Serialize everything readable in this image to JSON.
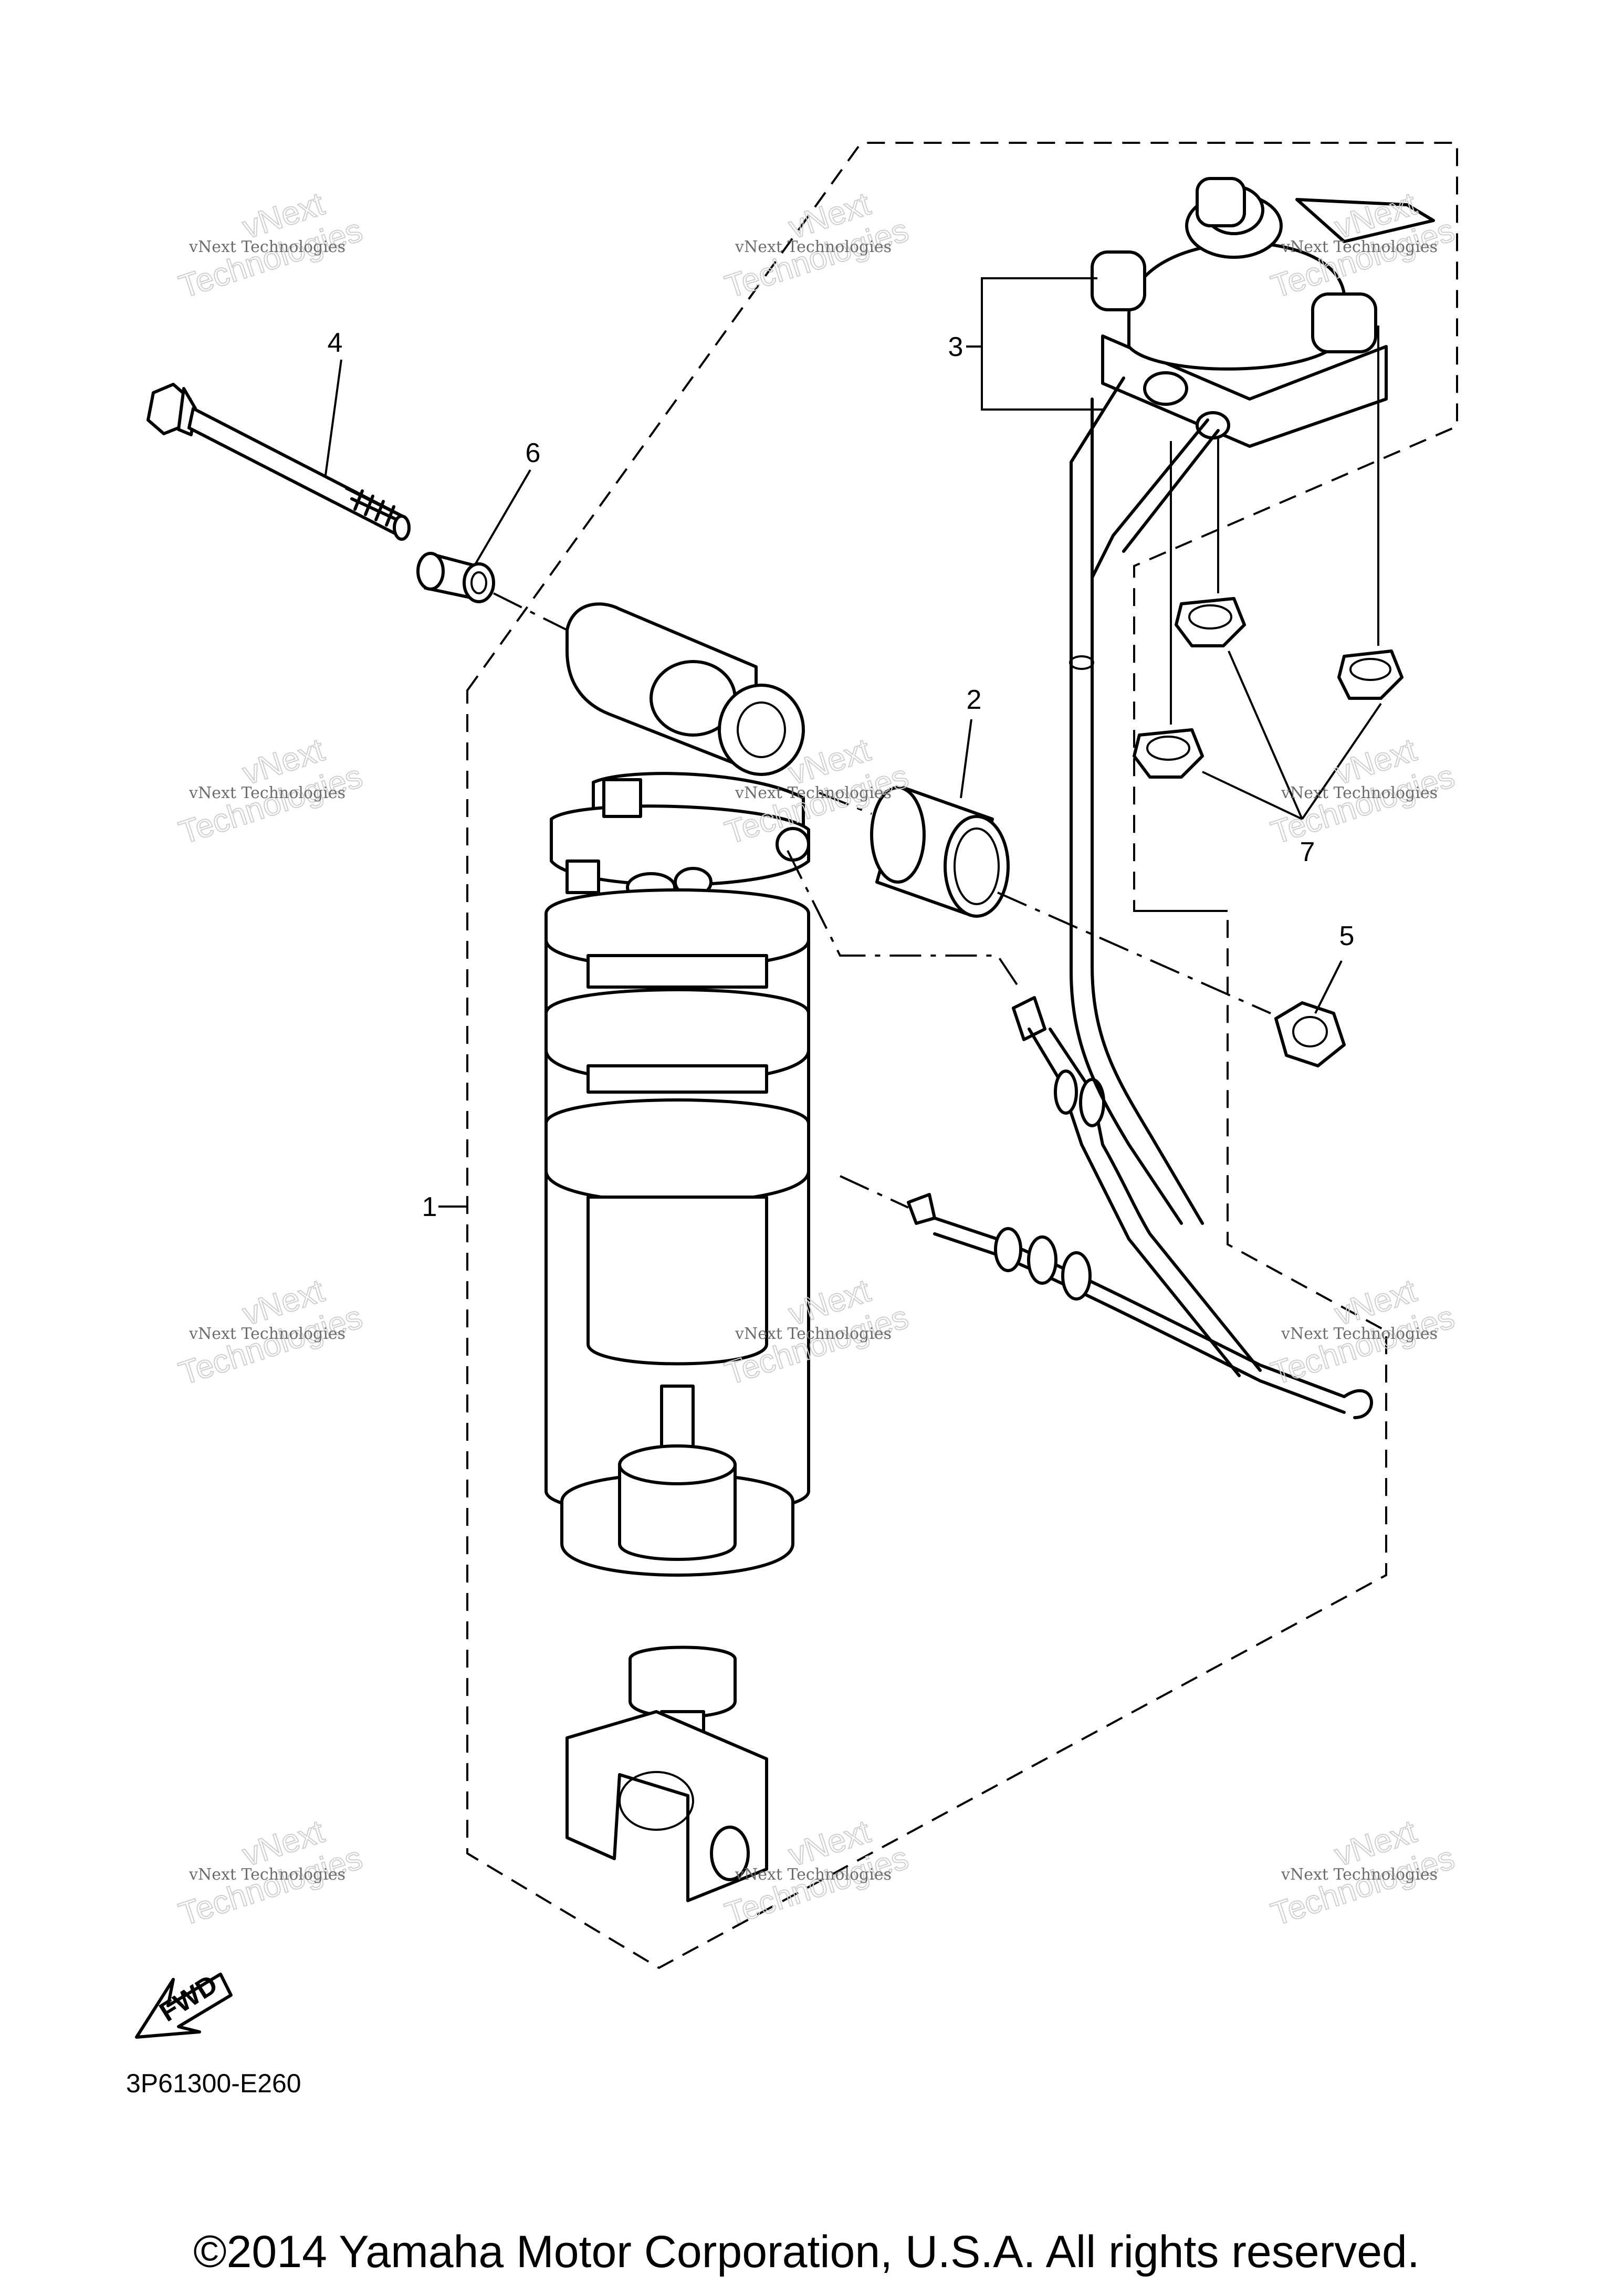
{
  "callouts": {
    "c1": "1",
    "c2": "2",
    "c3": "3",
    "c4": "4",
    "c5": "5",
    "c6": "6",
    "c7": "7"
  },
  "fwd_label": "FWD",
  "diagram_code": "3P61300-E260",
  "copyright": "©2014 Yamaha Motor Corporation, U.S.A. All rights reserved.",
  "watermark": {
    "line1": "vNext Technologies",
    "line2": "Technologies",
    "line3": "vNext"
  }
}
